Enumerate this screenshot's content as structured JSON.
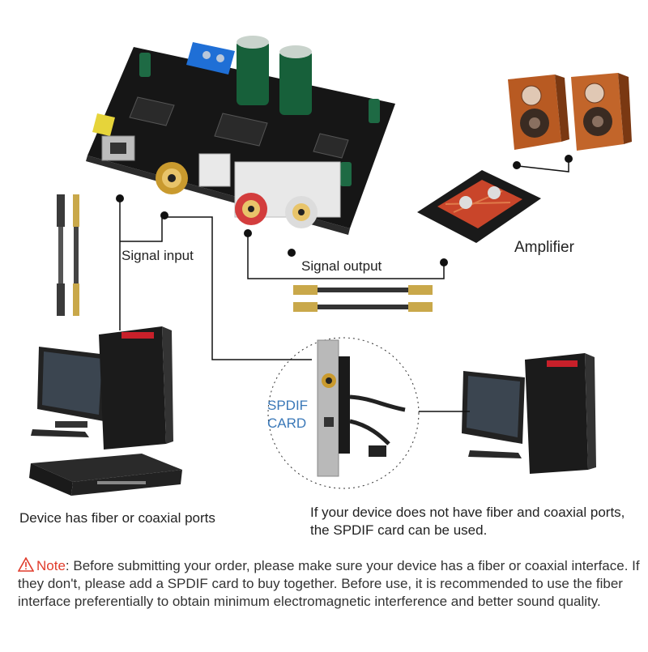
{
  "labels": {
    "signal_input": "Signal input",
    "signal_output": "Signal output",
    "amplifier": "Amplifier",
    "spdif_line1": "SPDIF",
    "spdif_line2": "CARD"
  },
  "captions": {
    "left": "Device has fiber or coaxial ports",
    "right": "If your device does not have fiber and coaxial ports, the SPDIF card can be used."
  },
  "note": {
    "prefix": "Note",
    "text": ": Before submitting your order, please make sure your device has a fiber or coaxial interface. If they don't, please add a SPDIF card to buy together. Before use, it is recommended to use the fiber interface preferentially to obtain minimum electromagnetic interference and better sound quality."
  },
  "icons": {
    "warning": "warning-triangle-icon",
    "board": "decoder-board",
    "speakers": "speaker-pair",
    "amplifier": "amplifier-board",
    "spdif": "spdif-card",
    "pc_left": "desktop-pc-left",
    "pc_right": "desktop-pc-right",
    "dvd": "dvd-player"
  },
  "colors": {
    "accent_blue": "#3a78b8",
    "warning_red": "#e03c2c",
    "line": "#111111"
  }
}
